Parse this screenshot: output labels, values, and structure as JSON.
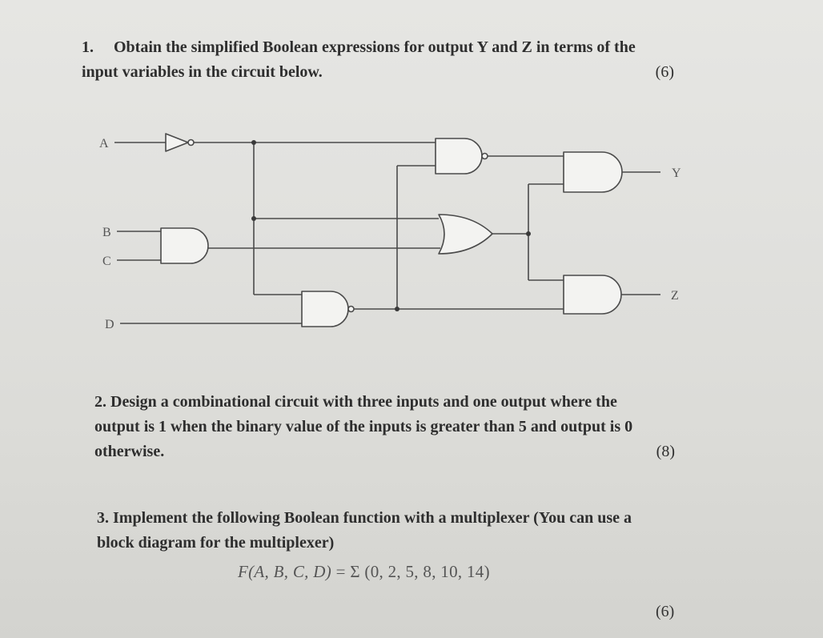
{
  "question1": {
    "number": "1.",
    "line1": "Obtain the simplified Boolean expressions for output Y and Z in terms of the",
    "line2": "input variables in the circuit below.",
    "marks": "(6)"
  },
  "circuit": {
    "inputs": [
      "A",
      "B",
      "C",
      "D"
    ],
    "outputs": [
      "Y",
      "Z"
    ]
  },
  "question2": {
    "line1": "2. Design a combinational circuit with three inputs and one output where the",
    "line2": "output is 1 when the binary value of the inputs is greater than 5 and output is 0",
    "line3": "otherwise.",
    "marks": "(8)"
  },
  "question3": {
    "line1": "3. Implement the following Boolean function with a multiplexer (You can use a",
    "line2": "block diagram for the multiplexer)",
    "formula_lhs": "F(A, B, C, D)",
    "formula_eq": "=",
    "formula_rhs": "Σ (0, 2, 5, 8, 10, 14)",
    "marks": "(6)"
  }
}
